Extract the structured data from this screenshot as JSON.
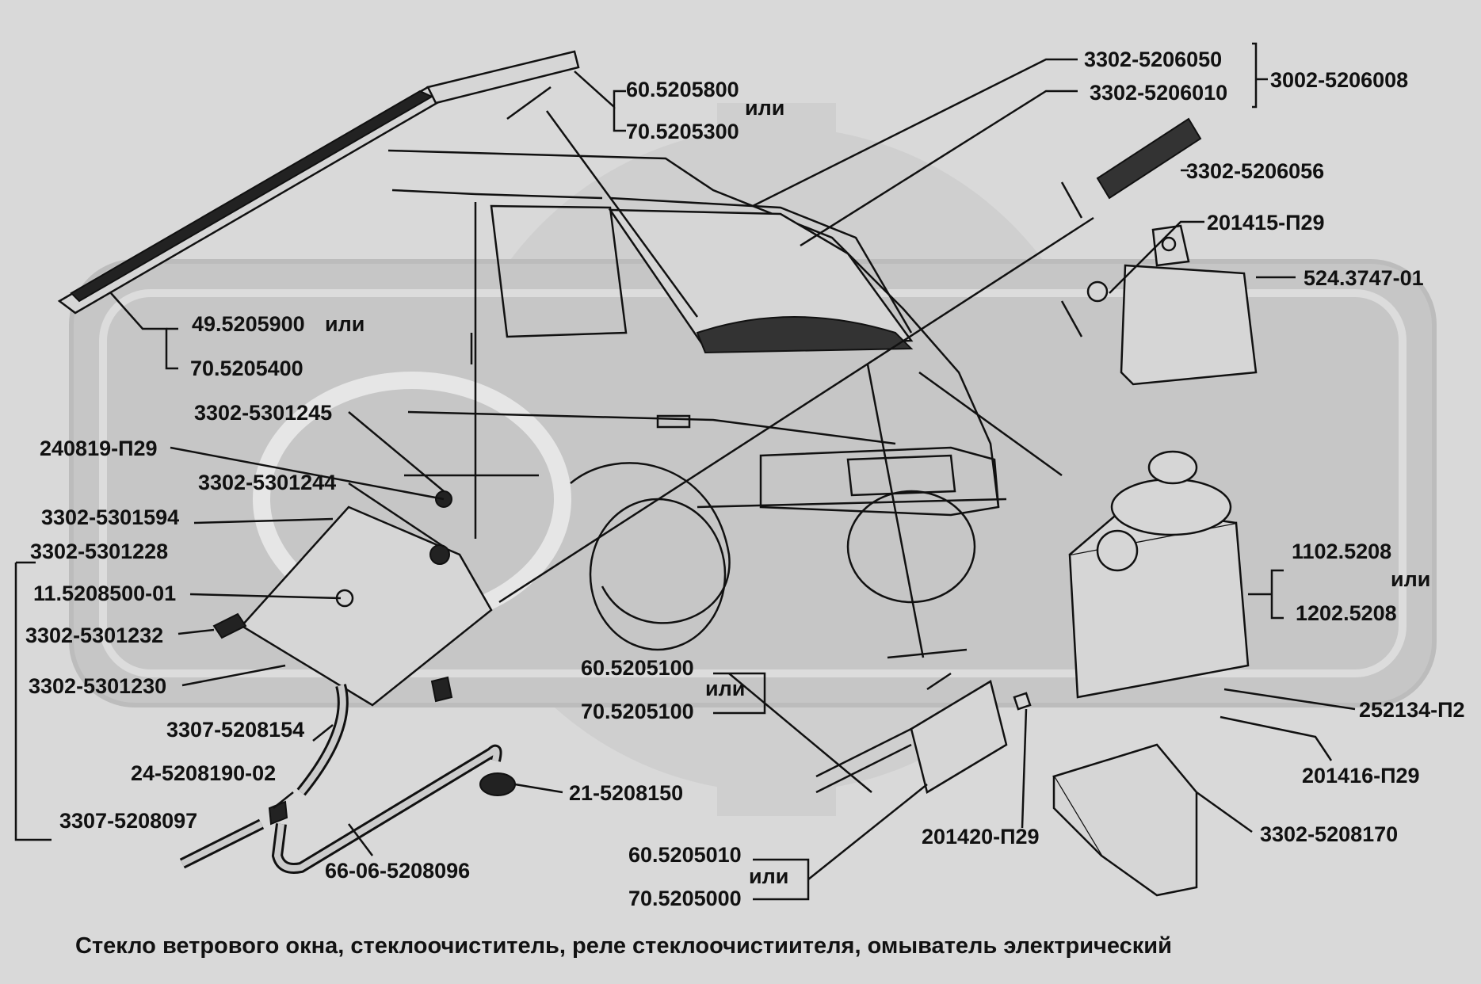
{
  "labels": {
    "blade_a": "49.5205900",
    "blade_or": "или",
    "blade_b": "70.5205400",
    "arm_a": "60.5205800",
    "arm_or": "или",
    "arm_b": "70.5205300",
    "glass_a": "3302-5206050",
    "glass_b": "3302-5206010",
    "glass_group": "3002-5206008",
    "seal": "3302-5206056",
    "bolt_relay": "201415-П29",
    "relay": "524.3747-01",
    "nozzle_1245": "3302-5301245",
    "bolt_240819": "240819-П29",
    "nozzle_1244": "3302-5301244",
    "panel_1594": "3302-5301594",
    "panel_1228": "3302-5301228",
    "jet_11": "11.5208500-01",
    "plug_1232": "3302-5301232",
    "panel_1230": "3302-5301230",
    "hose_8154": "3307-5208154",
    "tee_8190": "24-5208190-02",
    "hose_8097": "3307-5208097",
    "clip_8150": "21-5208150",
    "hose_8096": "66-06-5208096",
    "motor_a": "60.5205100",
    "motor_or": "или",
    "motor_b": "70.5205100",
    "link_a": "60.5205010",
    "link_or": "или",
    "link_b": "70.5205000",
    "bolt_201420": "201420-П29",
    "washer_a": "1102.5208",
    "washer_or": "или",
    "washer_b": "1202.5208",
    "bolt_252134": "252134-П2",
    "bolt_201416": "201416-П29",
    "bracket_8170": "3302-5208170"
  },
  "caption": "Стекло ветрового окна,  стеклоочиститель, реле  стеклоочистиителя, омыватель  электрический"
}
